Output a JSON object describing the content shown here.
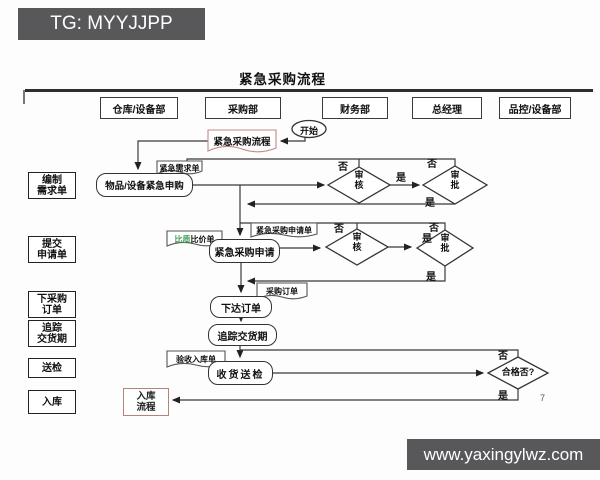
{
  "chrome": {
    "tg_badge": "TG: MYYJJPP",
    "website": "www.yaxingylwz.com"
  },
  "title": "紧急采购流程",
  "page_number": "7",
  "lanes": [
    "仓库/设备部",
    "采购部",
    "财务部",
    "总经理",
    "品控/设备部"
  ],
  "stages": [
    {
      "lines": [
        "编制",
        "需求单"
      ]
    },
    {
      "lines": [
        "提交",
        "申请单"
      ]
    },
    {
      "lines": [
        "下采购",
        "订单"
      ]
    },
    {
      "lines": [
        "追踪",
        "交货期"
      ]
    },
    {
      "lines": [
        "送检"
      ]
    },
    {
      "lines": [
        "入库"
      ]
    }
  ],
  "nodes": {
    "start": "开始",
    "flow_doc": "紧急采购流程",
    "demand_doc": "紧急需求单",
    "urgent_request": "物品/设备紧急申购",
    "review1": {
      "lines": [
        "审",
        "核"
      ]
    },
    "approve1": {
      "lines": [
        "审",
        "批"
      ]
    },
    "compare_doc": {
      "green": "比质",
      "rest": "比价单"
    },
    "purchase_request_doc": "紧急采购申请单",
    "purchase_request": "紧急采购申请",
    "review2": {
      "lines": [
        "审",
        "核"
      ]
    },
    "approve2": {
      "lines": [
        "审",
        "批"
      ]
    },
    "order_doc": "采购订单",
    "place_order": "下达订单",
    "track_delivery": "追踪交货期",
    "receipt_doc": "验收入库单",
    "receive_inspect": "收货送检",
    "qualified": "合格否?",
    "warehouse_flow": {
      "lines": [
        "入库",
        "流程"
      ]
    }
  },
  "labels": {
    "yes": "是",
    "no": "否"
  },
  "colors": {
    "line": "#3a3a3a",
    "red_accent": "#c08a85",
    "green": "#3f9e4d",
    "badge_bg": "#58585a"
  }
}
